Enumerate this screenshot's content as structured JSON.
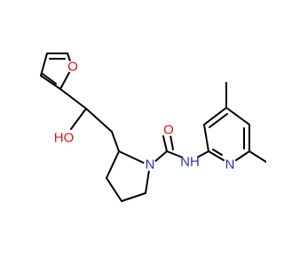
{
  "molecule": {
    "atoms": {
      "furan_o": "O",
      "hydroxyl": "HO",
      "carbonyl_o": "O",
      "pyrrolidine_n": "N",
      "amide_nh": "NH",
      "pyridine_n": "N"
    },
    "colors": {
      "bond": "#000000",
      "nitrogen": "#2a2acc",
      "oxygen": "#dd1111"
    }
  }
}
